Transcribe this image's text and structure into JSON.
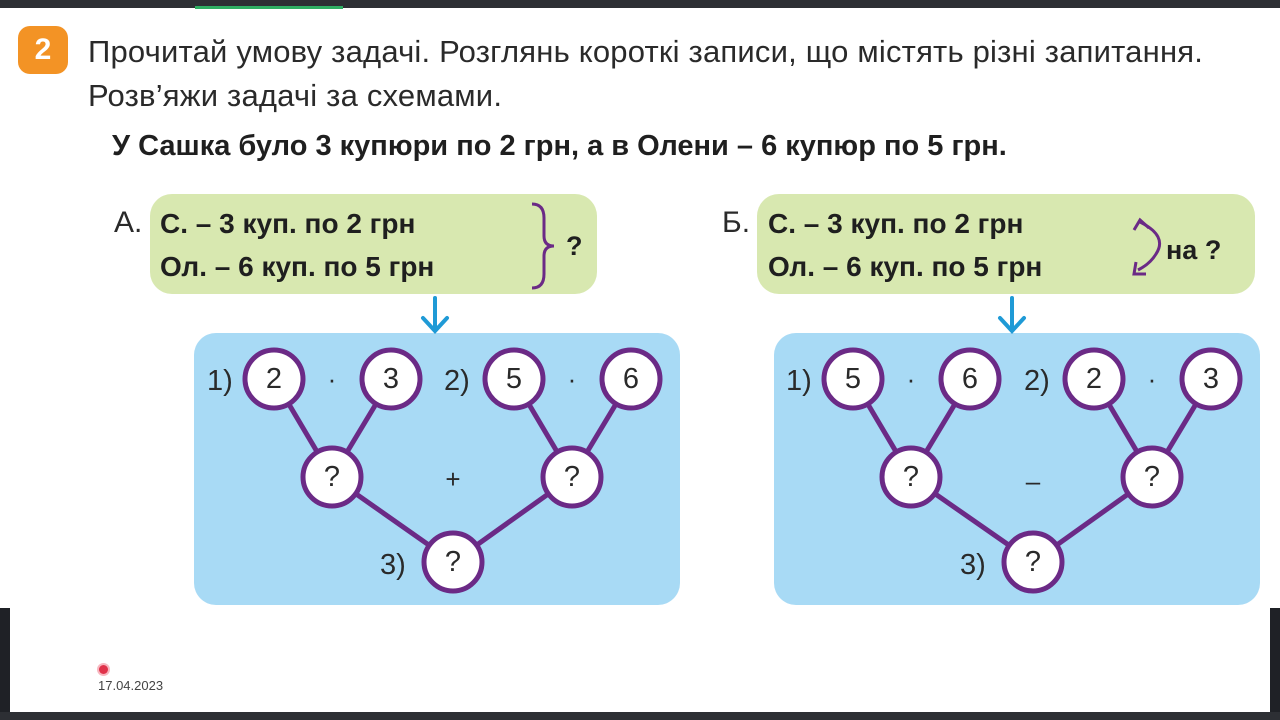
{
  "exercise": {
    "number": "2",
    "instruction": "Прочитай умову задачі. Розглянь короткі записи, що містять різні запитання. Розв’яжи задачі за схемами.",
    "problem": "У Сашка було 3 купюри по 2 грн, а в Олени – 6 купюр по 5 грн."
  },
  "variant_a": {
    "label": "А.",
    "line1": "С. – 3 куп. по 2 грн",
    "line2": "Ол. – 6 куп. по 5 грн",
    "question": "?",
    "scheme": {
      "step1": "1)",
      "a1": "2",
      "op1": "·",
      "b1": "3",
      "step2": "2)",
      "a2": "5",
      "op2": "·",
      "b2": "6",
      "r1": "?",
      "mid_op": "+",
      "r2": "?",
      "step3": "3)",
      "r3": "?"
    }
  },
  "variant_b": {
    "label": "Б.",
    "line1": "С. – 3 куп. по 2 грн",
    "line2": "Ол. – 6 куп. по 5 грн",
    "question": "на ?",
    "scheme": {
      "step1": "1)",
      "a1": "5",
      "op1": "·",
      "b1": "6",
      "step2": "2)",
      "a2": "2",
      "op2": "·",
      "b2": "3",
      "r1": "?",
      "mid_op": "–",
      "r2": "?",
      "step3": "3)",
      "r3": "?"
    }
  },
  "footer": {
    "date": "17.04.2023"
  },
  "colors": {
    "badge": "#f39325",
    "note_bg": "#d8e8b0",
    "scheme_bg": "#a8daf5",
    "circle_stroke": "#6b2a86",
    "arrow": "#1f9ad6"
  }
}
